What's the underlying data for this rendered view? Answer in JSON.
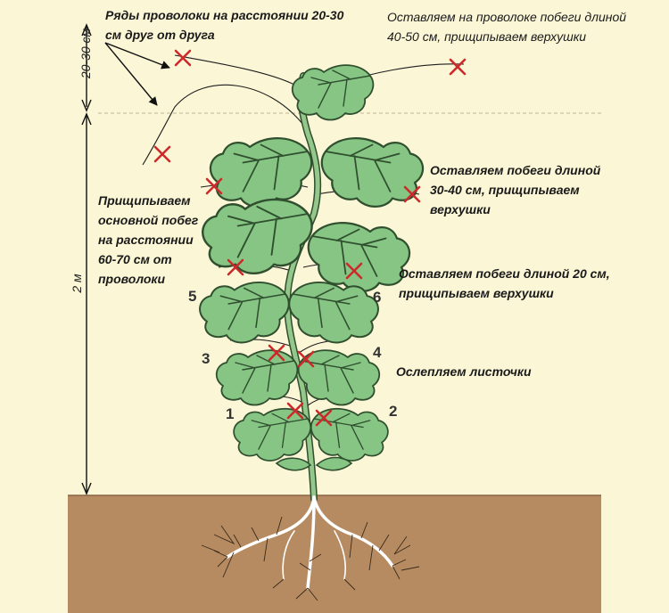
{
  "labels": {
    "wire_rows": "Ряды проволоки на расстоянии 20-30 см друг от друга",
    "top_shoots": "Оставляем на проволоке побеги длиной 40-50 см, прищипываем верхушки",
    "pinch_main": "Прищипываем основной побег на расстоянии 60-70 см от проволоки",
    "shoots_30_40": "Оставляем побеги длиной 30-40 см, прищипываем верхушки",
    "shoots_20": "Оставляем побеги длиной 20 см, прищипываем верхушки",
    "blind_leaves": "Ослепляем листочки"
  },
  "dimensions": {
    "top_spacing": "20-30 см",
    "height": "2 м"
  },
  "numbers": [
    "1",
    "2",
    "3",
    "4",
    "5",
    "6"
  ],
  "colors": {
    "background": "#fbf6d6",
    "soil": "#b68b61",
    "leaf": "#86c583",
    "leaf_vein": "#2f4f2f",
    "stem": "#94c78a",
    "cross": "#cc2a2a"
  }
}
